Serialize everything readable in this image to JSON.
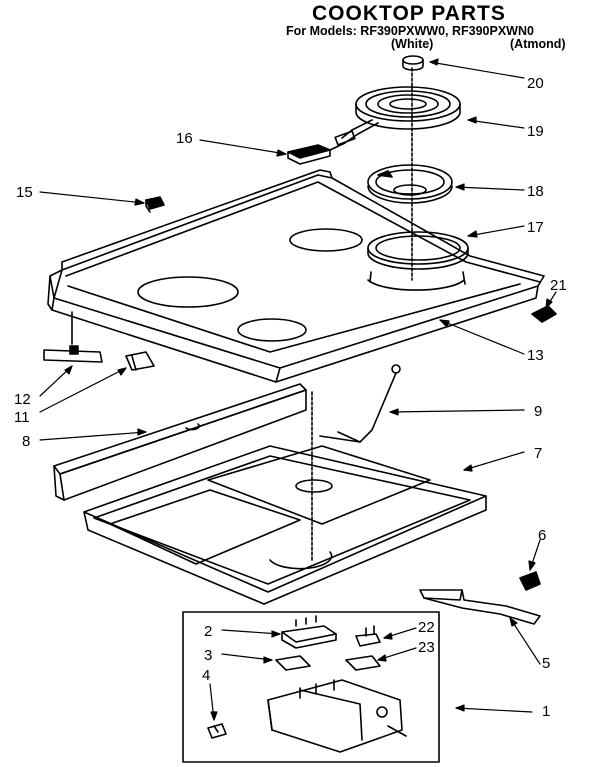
{
  "header": {
    "title": "COOKTOP PARTS",
    "models_line": "For Models: RF390PXWW0, RF390PXWN0",
    "white_label": "(White)",
    "almond_label": "(Atmond)"
  },
  "callouts": [
    "20",
    "19",
    "16",
    "18",
    "15",
    "17",
    "21",
    "13",
    "12",
    "11",
    "9",
    "8",
    "7",
    "6",
    "2",
    "22",
    "3",
    "23",
    "4",
    "5",
    "1"
  ]
}
